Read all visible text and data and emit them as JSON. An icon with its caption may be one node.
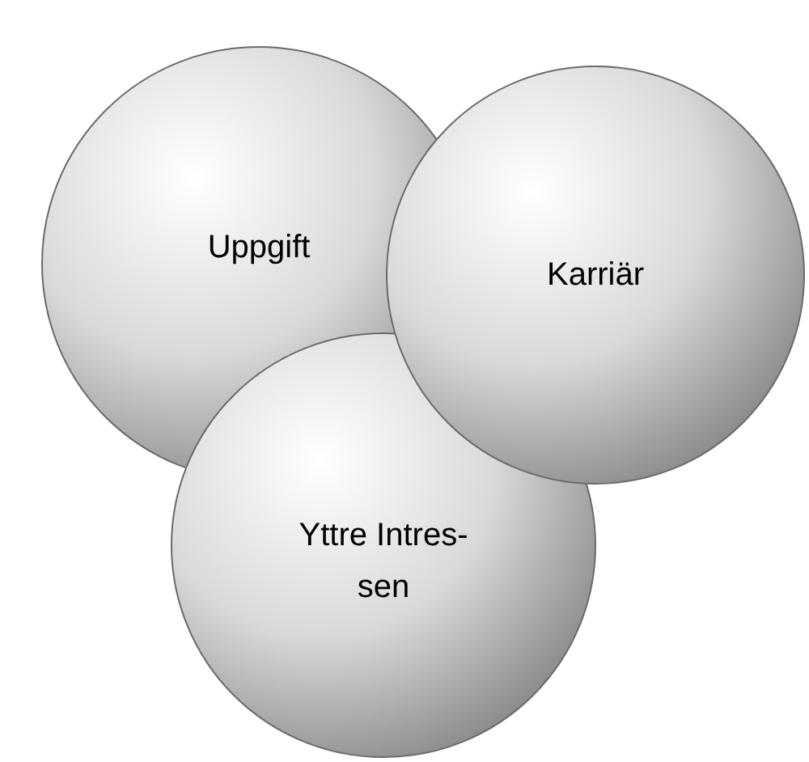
{
  "diagram": {
    "nodes": [
      {
        "text": [
          "Uppgift"
        ]
      },
      {
        "text": [
          "Karriär"
        ]
      },
      {
        "text": [
          "Yttre Intres- sen"
        ]
      }
    ]
  }
}
